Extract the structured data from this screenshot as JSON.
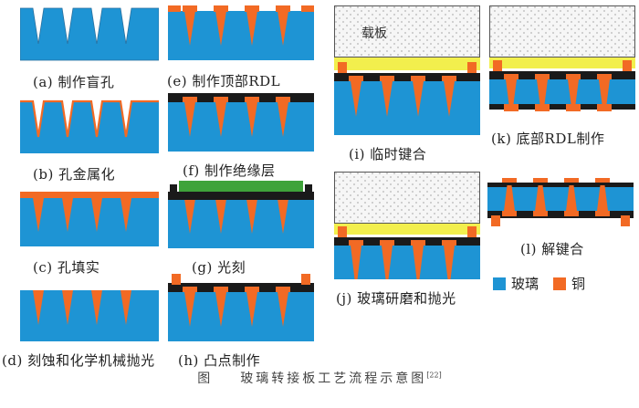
{
  "colors": {
    "glass": "#1e94d4",
    "copper": "#f26a24",
    "black_layer": "#1a1a1a",
    "adhesive": "#f2ef4d",
    "photoresist": "#3fa33a",
    "carrier_bg": "#f6f6f6",
    "carrier_dots": "#b5b5b5",
    "frame": "#555555"
  },
  "panels": [
    {
      "id": "a",
      "caption": "(a)  制作盲孔"
    },
    {
      "id": "b",
      "caption": "(b)  孔金属化"
    },
    {
      "id": "c",
      "caption": "(c)  孔填实"
    },
    {
      "id": "d",
      "caption": "(d)  刻蚀和化学机械抛光"
    },
    {
      "id": "e",
      "caption": "(e)  制作顶部RDL"
    },
    {
      "id": "f",
      "caption": "(f)  制作绝缘层"
    },
    {
      "id": "g",
      "caption": "(g)  光刻"
    },
    {
      "id": "h",
      "caption": "(h)  凸点制作"
    },
    {
      "id": "i",
      "caption": "(i)  临时键合",
      "carrier_label": "载板"
    },
    {
      "id": "j",
      "caption": "(j)  玻璃研磨和抛光"
    },
    {
      "id": "k",
      "caption": "(k)  底部RDL制作"
    },
    {
      "id": "l",
      "caption": "(l)  解键合"
    }
  ],
  "legend": [
    {
      "label": "玻璃",
      "color": "#1e94d4",
      "icon": "glass-swatch"
    },
    {
      "label": "铜",
      "color": "#f26a24",
      "icon": "copper-swatch"
    }
  ],
  "figure_caption": {
    "label": "图",
    "text": "玻璃转接板工艺流程示意图",
    "ref": "[22]"
  }
}
